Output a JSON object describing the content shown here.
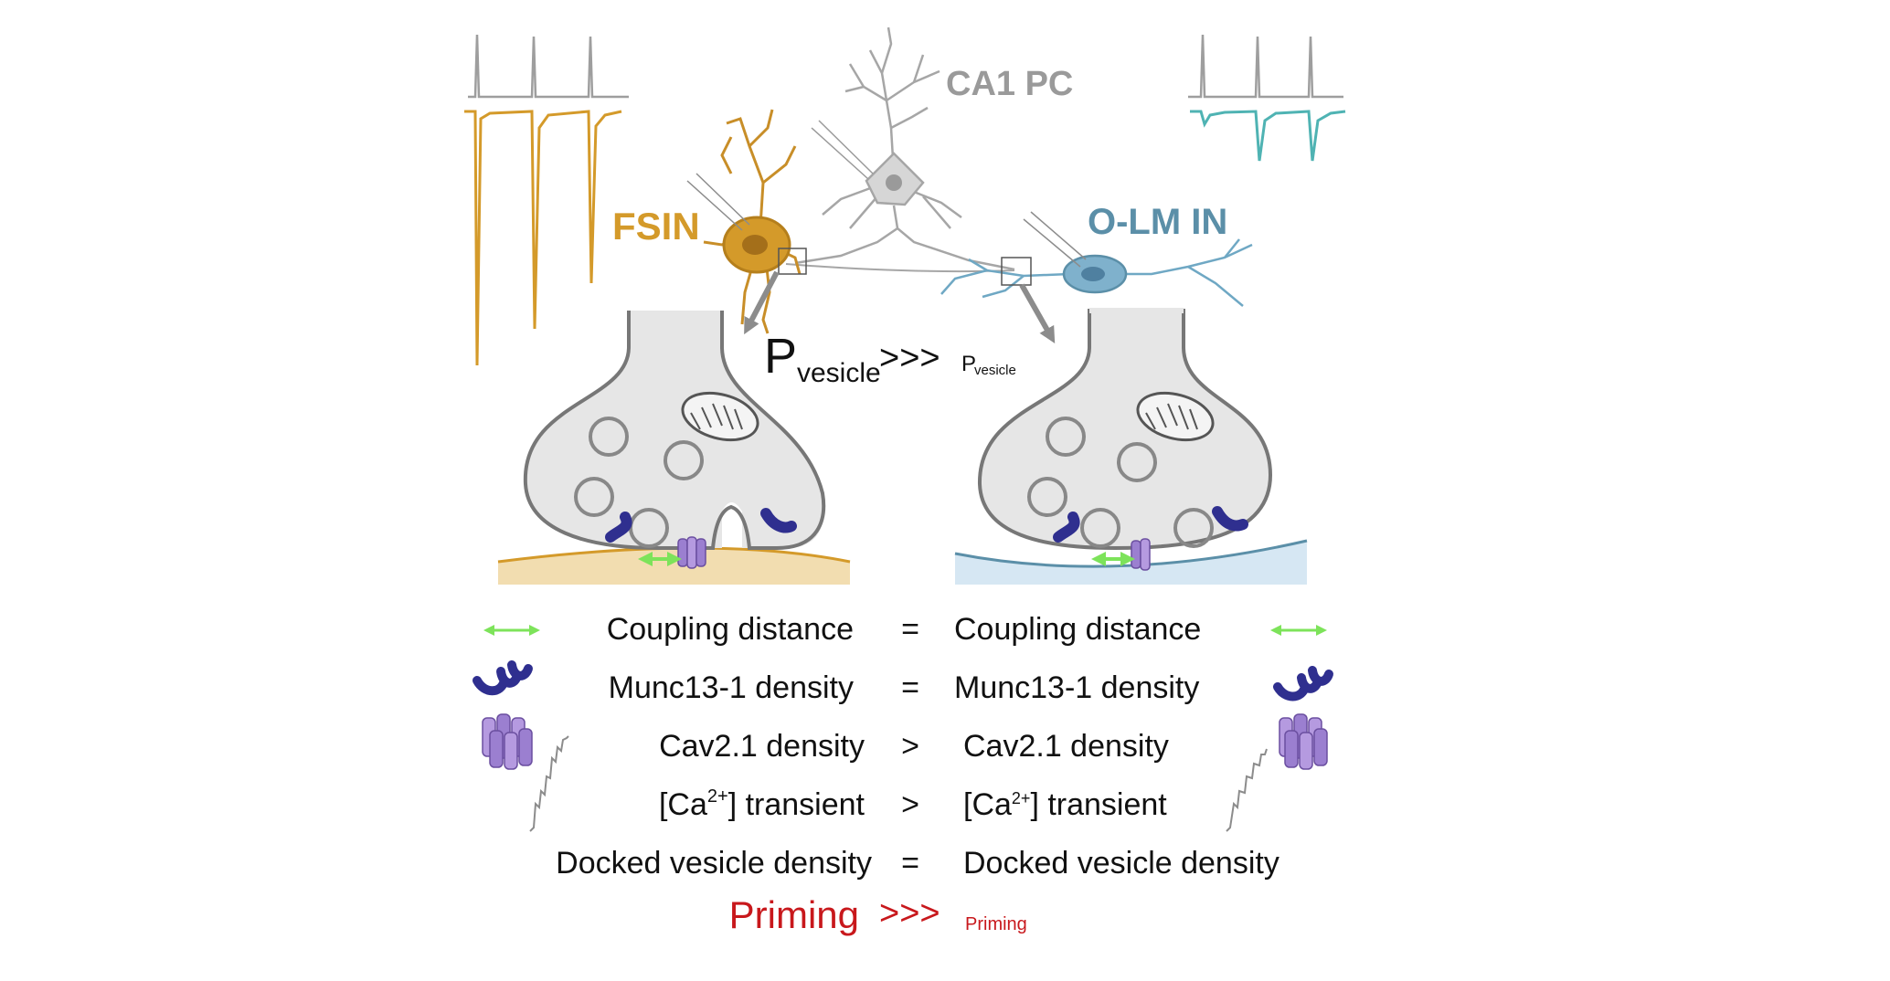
{
  "cells": {
    "ca1": "CA1 PC",
    "fsin": "FSIN",
    "olm": "O-LM IN"
  },
  "pvesicle": {
    "p_big": "P",
    "sub_big": "vesicle",
    "op": ">>>",
    "p_small": "P",
    "sub_small": "vesicle"
  },
  "rows": [
    {
      "left": "Coupling distance",
      "op": "=",
      "right": "Coupling distance"
    },
    {
      "left": "Munc13-1 density",
      "op": "=",
      "right": "Munc13-1 density"
    },
    {
      "left": "Cav2.1 density",
      "op": ">",
      "right": "Cav2.1 density"
    },
    {
      "left_pre": "[Ca",
      "left_sup": "2+",
      "left_post": "] transient",
      "op": ">",
      "right_pre": "[Ca",
      "right_sup": "2+",
      "right_post": "] transient"
    },
    {
      "left": "Docked vesicle density",
      "op": "=",
      "right": "Docked vesicle density"
    }
  ],
  "priming": {
    "left": "Priming",
    "op": ">>>",
    "right": "Priming"
  },
  "colors": {
    "fsin": "#d49a2a",
    "olm": "#5b8fa8",
    "olm_trace": "#4fb3b3",
    "pc": "#a6a6a6",
    "green_arrow": "#7de35a",
    "munc": "#2f2f8f",
    "cav": "#9b7fd0",
    "priming": "#c8181c"
  },
  "icons": [
    "green-double-arrow-icon",
    "munc13-icon",
    "cav21-channel-icon",
    "calcium-trace-icon"
  ]
}
